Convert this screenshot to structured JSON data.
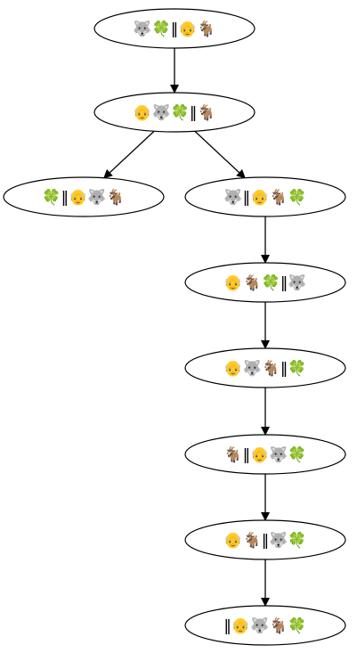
{
  "icons": {
    "wolf": "wolf-icon",
    "clover": "clover-icon",
    "farmer": "farmer-icon",
    "goat": "goat-icon",
    "separator": "double-bar-separator"
  },
  "colors": {
    "edge": "#000000",
    "node_fill": "#ffffff",
    "node_stroke": "#000000",
    "clover": "#2e9c2a",
    "farmer": "#f2b530",
    "wolf": "#888888",
    "goat": "#f7f2e8"
  },
  "nodes": [
    {
      "id": "n1",
      "label": "🐺🍀‖👴🐐"
    },
    {
      "id": "n2",
      "label": "👴🐺🍀‖🐐"
    },
    {
      "id": "n3",
      "label": "🍀‖👴🐺🐐"
    },
    {
      "id": "n4",
      "label": "🐺‖👴🐐🍀"
    },
    {
      "id": "n5",
      "label": "👴🐐🍀‖🐺"
    },
    {
      "id": "n6",
      "label": "👴🐺🐐‖🍀"
    },
    {
      "id": "n7",
      "label": "🐐‖👴🐺🍀"
    },
    {
      "id": "n8",
      "label": "👴🐐‖🐺🍀"
    },
    {
      "id": "n9",
      "label": "‖👴🐺🐐🍀"
    }
  ],
  "edges": [
    [
      "n1",
      "n2"
    ],
    [
      "n2",
      "n3"
    ],
    [
      "n2",
      "n4"
    ],
    [
      "n4",
      "n5"
    ],
    [
      "n5",
      "n6"
    ],
    [
      "n6",
      "n7"
    ],
    [
      "n7",
      "n8"
    ],
    [
      "n8",
      "n9"
    ]
  ]
}
